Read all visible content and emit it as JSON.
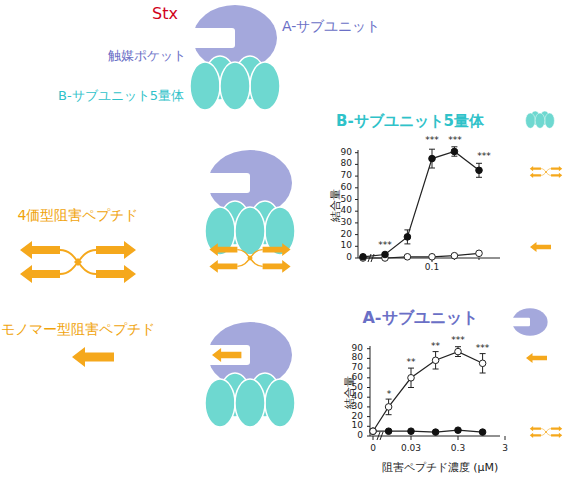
{
  "diagram": {
    "labels": [
      "Stx",
      "A-サブユニット",
      "触媒ポケット",
      "B-サブユニット5量体",
      "B-サブユニット5量体",
      "90",
      "80",
      "70",
      "60",
      "50",
      "40",
      "30",
      "20",
      "10",
      "0",
      "結合量",
      "***",
      "***",
      "***",
      "***",
      "0.1",
      "4価型阻害ペプチド",
      "モノマー型阻害ペプチド",
      "A-サブユニット",
      "90",
      "80",
      "70",
      "60",
      "50",
      "40",
      "30",
      "20",
      "10",
      "0",
      "結合量",
      "*",
      "**",
      "**",
      "***",
      "***",
      "0",
      "0.03",
      "0.3",
      "3",
      "阻害ペプチド濃度 (μM)"
    ]
  }
}
